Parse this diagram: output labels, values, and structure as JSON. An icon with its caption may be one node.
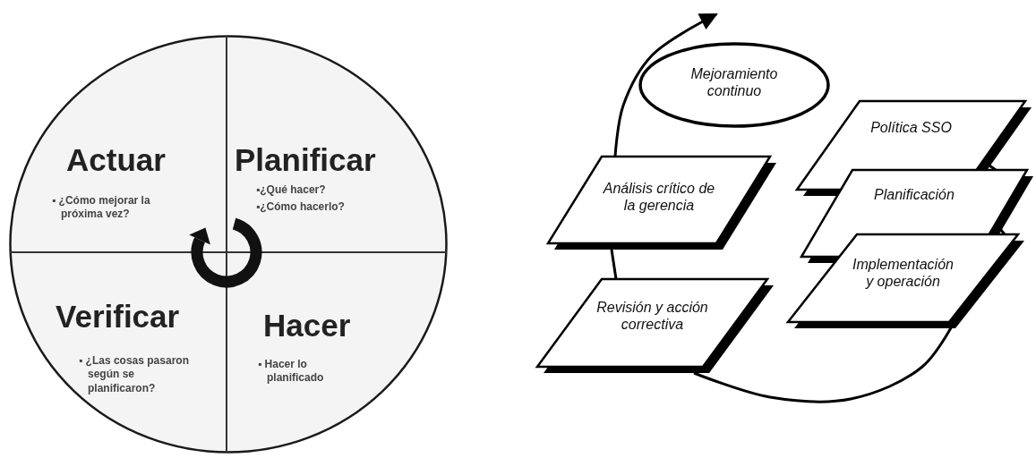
{
  "diagram": {
    "nodes": [
      {
        "text": [],
        "shape": "circle"
      },
      {
        "text": [
          "Actuar",
          "▪ ¿Cómo mejorar la próxima vez?"
        ],
        "in": 0
      },
      {
        "text": [
          "Planificar",
          "▪¿Qué hacer?",
          "▪¿Cómo hacerlo?"
        ],
        "in": 0
      },
      {
        "text": [
          "Verificar",
          "▪ ¿Las cosas pasaron según se planificaron?"
        ],
        "in": 0
      },
      {
        "text": [
          "Hacer",
          "▪ Hacer lo planificado"
        ],
        "in": 0
      },
      {
        "text": [
          "Mejoramiento continuo"
        ]
      },
      {
        "text": [
          "Política SSO"
        ]
      },
      {
        "text": [
          "Análisis crítico de la gerencia"
        ]
      },
      {
        "text": [
          "Planificación"
        ]
      },
      {
        "text": [
          "Implementación y operación"
        ]
      },
      {
        "text": [
          "Revisión y acción correctiva"
        ]
      }
    ],
    "edges": [
      {
        "from": 6,
        "to": 8,
        "arrow": "none"
      },
      {
        "from": 8,
        "to": 9,
        "arrow": "none"
      },
      {
        "from": 9,
        "to": 10,
        "arrow": "none"
      },
      {
        "from": 10,
        "to": 7,
        "arrow": "none"
      },
      {
        "from": 7,
        "to": 5,
        "arrow": "to"
      }
    ]
  }
}
